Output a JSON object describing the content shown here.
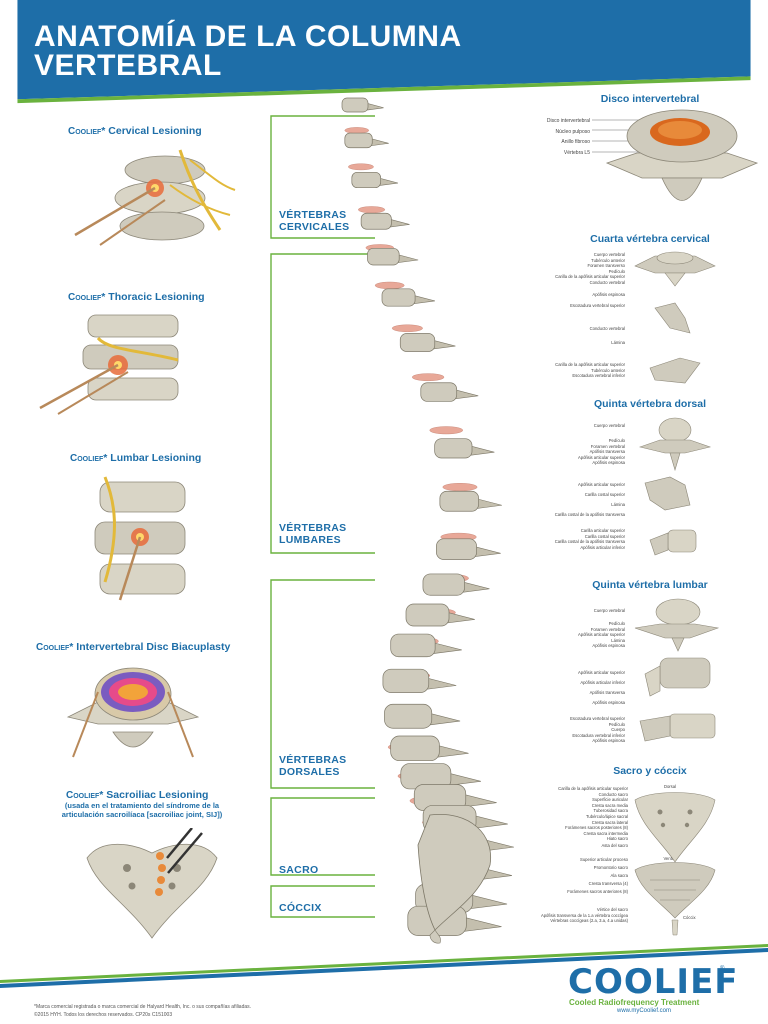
{
  "title_line1": "ANATOMÍA DE LA COLUMNA",
  "title_line2": "VERTEBRAL",
  "brand": "Coolief",
  "procedures": [
    {
      "name": "Cervical Lesioning"
    },
    {
      "name": "Thoracic Lesioning"
    },
    {
      "name": "Lumbar Lesioning"
    },
    {
      "name": "Intervertebral Disc Biacuplasty"
    },
    {
      "name": "Sacroiliac Lesioning",
      "subtitle_line1": "(usada en el tratamiento del síndrome de la",
      "subtitle_line2": "articulación sacroilíaca [sacroiliac joint, SIJ])"
    }
  ],
  "regions": [
    {
      "line1": "VÉRTEBRAS",
      "line2": "CERVICALES"
    },
    {
      "line1": "VÉRTEBRAS",
      "line2": "LUMBARES"
    },
    {
      "line1": "VÉRTEBRAS",
      "line2": "DORSALES"
    },
    {
      "line1": "SACRO",
      "line2": ""
    },
    {
      "line1": "CÓCCIX",
      "line2": ""
    }
  ],
  "right_sections": {
    "disco": {
      "title": "Disco intervertebral",
      "labels": [
        "Disco intervertebral",
        "Núcleo pulposo",
        "Anillo fibroso",
        "Vértebra L5"
      ]
    },
    "cervical": {
      "title": "Cuarta vértebra cervical",
      "labels_a": [
        "Cuerpo vertebral",
        "Tubérculo anterior",
        "Foramen transverso",
        "Pedículo",
        "Carilla de la apófisis articular superior",
        "Conducto vertebral",
        "Apófisis espinosa"
      ],
      "labels_b": [
        "Escotadura vertebral superior"
      ],
      "labels_c": [
        "Conducto vertebral",
        "Lámina"
      ],
      "labels_d": [
        "Carilla de la apófisis articular superior",
        "Tubérculo anterior",
        "Escotadura vertebral inferior"
      ]
    },
    "dorsal": {
      "title": "Quinta vértebra dorsal",
      "labels_a": [
        "Cuerpo vertebral"
      ],
      "labels_b": [
        "Pedículo",
        "Foramen vertebral",
        "Apófisis transversa",
        "Apófisis articular superior",
        "Apófisis espinosa"
      ],
      "labels_c": [
        "Apófisis articular superior",
        "Carilla costal superior",
        "Lámina",
        "Carilla costal de la apófisis transversa"
      ],
      "labels_d": [
        "Carilla articular superior",
        "Carilla costal superior",
        "Carilla costal de la apófisis transversa",
        "Apófisis articular inferior"
      ]
    },
    "lumbar": {
      "title": "Quinta vértebra lumbar",
      "labels_a": [
        "Cuerpo vertebral"
      ],
      "labels_b": [
        "Pedículo",
        "Foramen vertebral",
        "Apófisis articular superior",
        "Lámina",
        "Apófisis espinosa"
      ],
      "labels_c": [
        "Apófisis articular superior",
        "Apófisis articular inferior",
        "Apófisis transversa",
        "Apófisis espinosa"
      ],
      "labels_d": [
        "Escotadura vertebral superior",
        "Pedículo",
        "Cuerpo",
        "Escotadura vertebral inferior",
        "Apófisis espinosa"
      ]
    },
    "sacro": {
      "title": "Sacro y cóccix",
      "dorsal_label": "Dorsal",
      "ventral_label": "Ventral",
      "coccix_label": "Cóccix",
      "labels_a": [
        "Carilla de la apófisis articular superior",
        "Conducto sacro",
        "Superficie auricular",
        "Cresta sacra media",
        "Tuberosidad sacra",
        "Tubérculo/ápice sacral",
        "Cresta sacra lateral",
        "Forámenes sacros posteriores (8)",
        "Cresta sacra intermedia",
        "Hiato sacro"
      ],
      "labels_b": [
        "Asta del sacro"
      ],
      "labels_c": [
        "Superior articular proceso",
        "Promontorio sacro",
        "Ala sacra",
        "Cresta transversa (4)",
        "Forámenes sacros anteriores (8)"
      ],
      "labels_d": [
        "Vértice del sacro",
        "Apófisis transversa de la 1.a vértebra coccígea",
        "Vértebras coccígeas (2.a, 3.a, 4.a unidas)"
      ]
    }
  },
  "logo": {
    "text": "COOLIEF",
    "mark": "®",
    "tagline": "Cooled Radiofrequency Treatment",
    "url": "www.myCoolief.com"
  },
  "footnote_line1": "*Marca comercial registrada o marca comercial de Halyard Health, Inc. o sus compañías afiliadas.",
  "footnote_line2": "©2015 HYH. Todos los derechos reservados. CP20s  C151003",
  "colors": {
    "brand_blue": "#1e6ea8",
    "green": "#6ab23e",
    "disc_pink": "#e8a898",
    "bone": "#cfcbbd"
  }
}
